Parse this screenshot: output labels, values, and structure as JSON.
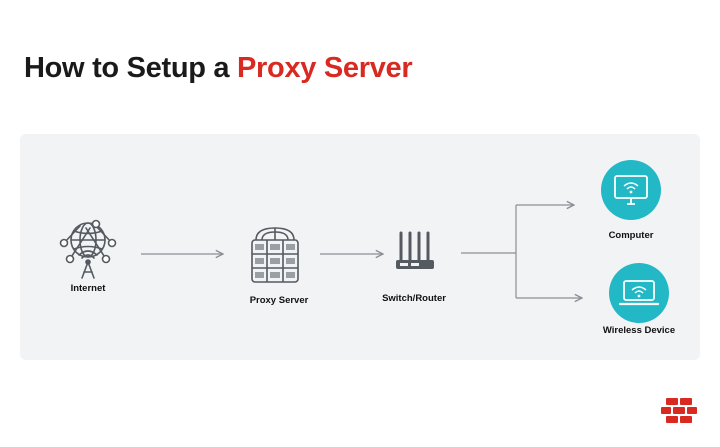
{
  "title": {
    "prefix": "How to Setup a ",
    "highlight": "Proxy Server"
  },
  "nodes": {
    "internet": "Internet",
    "proxy": "Proxy Server",
    "switch": "Switch/Router",
    "computer": "Computer",
    "wireless": "Wireless Device"
  },
  "colors": {
    "accent": "#d92a22",
    "teal": "#22b8c6",
    "panel": "#f2f3f5",
    "connector": "#8a8f95",
    "icon": "#555a60"
  },
  "icons": [
    "globe-antenna-icon",
    "server-rack-icon",
    "router-icon",
    "monitor-wifi-icon",
    "laptop-wifi-icon",
    "fortinet-logo-icon"
  ]
}
